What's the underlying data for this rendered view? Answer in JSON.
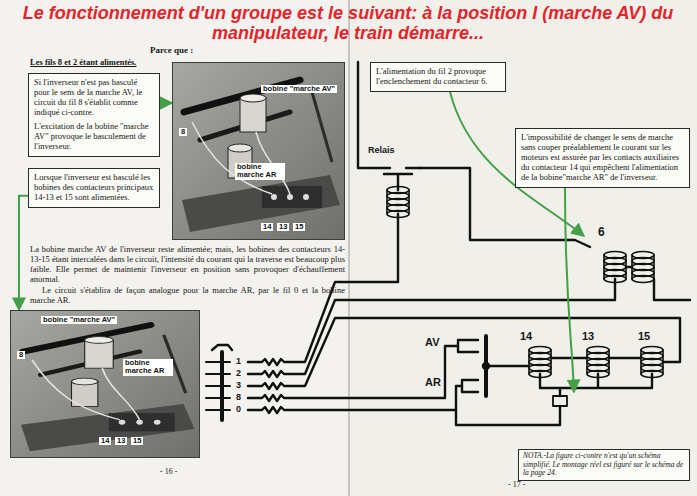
{
  "diagram": {
    "title": "Le fonctionnement d'un groupe est le suivant: à la position I (marche AV) du manipulateur, le train démarre...",
    "nodes": [
      {
        "text": [
          "Si l'inverseur n'est pas basculé pour le sens de la marche AV, le circuit du fil 8 s'établit comme indiqué ci-contre.",
          "L'excitation de la bobine \"marche AV\" provoque le basculement de l'inverseur."
        ]
      },
      {
        "text": [
          "bobine \"marche AV\"",
          "8",
          "bobine marche AR",
          "14",
          "13",
          "15"
        ]
      },
      {
        "text": [
          "Lorsque l'inverseur est basculé les bobines des contacteurs principaux 14-13 et 15 sont alimentées."
        ]
      },
      {
        "text": [
          "bobine \"marche AV\"",
          "8",
          "bobine marche AR",
          "14",
          "13",
          "15"
        ]
      },
      {
        "text": [
          "L'alimentation du fil 2 provoque l'enclenchement du contacteur 6."
        ]
      },
      {
        "text": [
          "L'impossibilité de changer le sens de marche sans couper préalablement le courant sur les moteurs est assurée par les contacts auxiliaires du contacteur 14 qui empêchent l'alimentation de la bobine\"marche AR\" de l'inverseur."
        ]
      },
      {
        "text": [
          "NOTA.-La figure ci-contre n'est qu'un schéma simplifié. Le montage réel est figuré sur le schéma de la page 24."
        ]
      }
    ],
    "edges": [
      {
        "from": 0,
        "to": 1,
        "arrow": "to"
      },
      {
        "from": 2,
        "to": 3,
        "arrow": "to"
      }
    ],
    "labels": [
      "Parce que :",
      "Les fils 8 et 2 étant alimentés.",
      "La bobine marche AV de l'inverseur reste alimentée; mais, les bobines des contacteurs 14-13-15 étant intercalées dans le circuit, l'intensité du courant qui la traverse est beaucoup plus faible. Elle permet de maintenir l'inverseur en position sans provoquer d'échauffement anormal.",
      "Le circuit s'établira de façon analogue pour la marche AR, par le fil 0 et la bobine marche AR.",
      "- 16 -",
      "Relais",
      "6",
      "AV",
      "AR",
      "14",
      "13",
      "15",
      "1",
      "2",
      "3",
      "8",
      "0",
      "- 17 -"
    ]
  }
}
